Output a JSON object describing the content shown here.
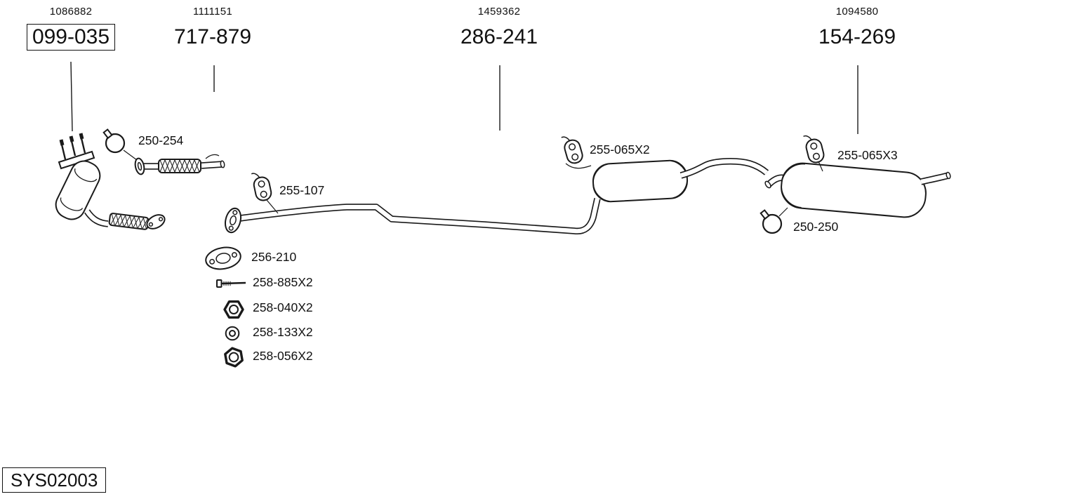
{
  "system_id": "SYS02003",
  "colors": {
    "line": "#1a1a1a",
    "background": "#ffffff"
  },
  "main_parts": [
    {
      "oe_number": "1086882",
      "part_number": "099-035",
      "highlighted": true
    },
    {
      "oe_number": "1111151",
      "part_number": "717-879",
      "highlighted": false
    },
    {
      "oe_number": "1459362",
      "part_number": "286-241",
      "highlighted": false
    },
    {
      "oe_number": "1094580",
      "part_number": "154-269",
      "highlighted": false
    }
  ],
  "small_parts": [
    {
      "label": "250-254",
      "type": "clamp"
    },
    {
      "label": "255-107",
      "type": "rubber-hanger"
    },
    {
      "label": "256-210",
      "type": "gasket"
    },
    {
      "label": "258-885X2",
      "type": "bolt"
    },
    {
      "label": "258-040X2",
      "type": "nut"
    },
    {
      "label": "258-133X2",
      "type": "washer"
    },
    {
      "label": "258-056X2",
      "type": "nut"
    },
    {
      "label": "255-065X2",
      "type": "rubber-hanger"
    },
    {
      "label": "255-065X3",
      "type": "rubber-hanger"
    },
    {
      "label": "250-250",
      "type": "clamp"
    }
  ]
}
